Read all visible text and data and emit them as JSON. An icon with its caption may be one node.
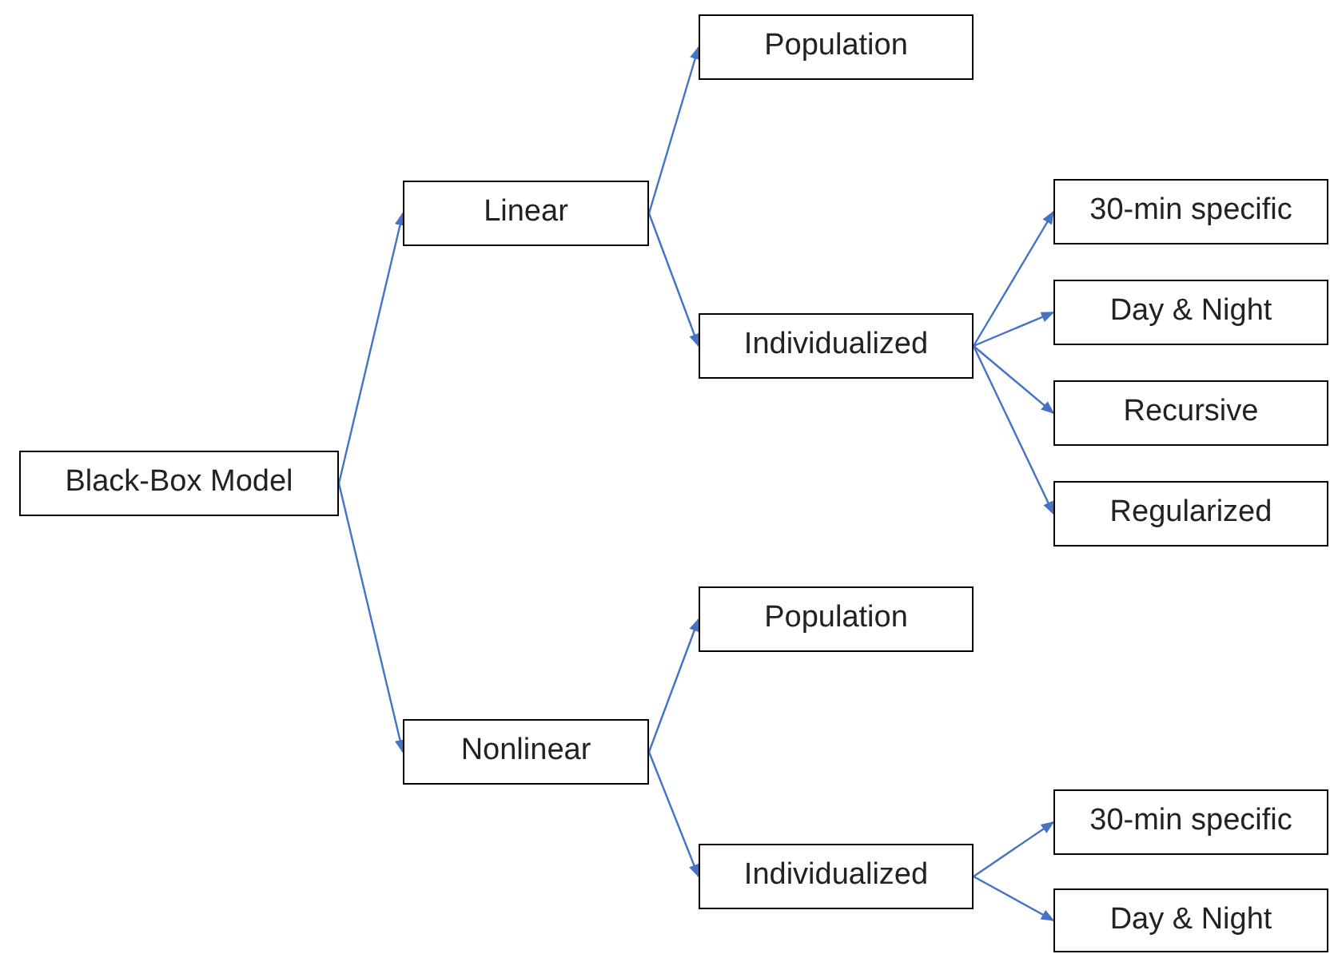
{
  "diagram": {
    "nodes": [
      {
        "text": [
          "Black-Box Model"
        ]
      },
      {
        "text": [
          "Linear"
        ]
      },
      {
        "text": [
          "Population"
        ]
      },
      {
        "text": [
          "Individualized"
        ]
      },
      {
        "text": [
          "30-min specific"
        ]
      },
      {
        "text": [
          "Day & Night"
        ]
      },
      {
        "text": [
          "Recursive"
        ]
      },
      {
        "text": [
          "Regularized"
        ]
      },
      {
        "text": [
          "Nonlinear"
        ]
      },
      {
        "text": [
          "Population"
        ]
      },
      {
        "text": [
          "Individualized"
        ]
      },
      {
        "text": [
          "30-min specific"
        ]
      },
      {
        "text": [
          "Day & Night"
        ]
      }
    ],
    "edges": [
      {
        "from": 0,
        "to": 1,
        "arrow": "to"
      },
      {
        "from": 0,
        "to": 8,
        "arrow": "to"
      },
      {
        "from": 1,
        "to": 2,
        "arrow": "to"
      },
      {
        "from": 1,
        "to": 3,
        "arrow": "to"
      },
      {
        "from": 3,
        "to": 4,
        "arrow": "to"
      },
      {
        "from": 3,
        "to": 5,
        "arrow": "to"
      },
      {
        "from": 3,
        "to": 6,
        "arrow": "to"
      },
      {
        "from": 3,
        "to": 7,
        "arrow": "to"
      },
      {
        "from": 8,
        "to": 9,
        "arrow": "to"
      },
      {
        "from": 8,
        "to": 10,
        "arrow": "to"
      },
      {
        "from": 10,
        "to": 11,
        "arrow": "to"
      },
      {
        "from": 10,
        "to": 12,
        "arrow": "to"
      }
    ]
  }
}
